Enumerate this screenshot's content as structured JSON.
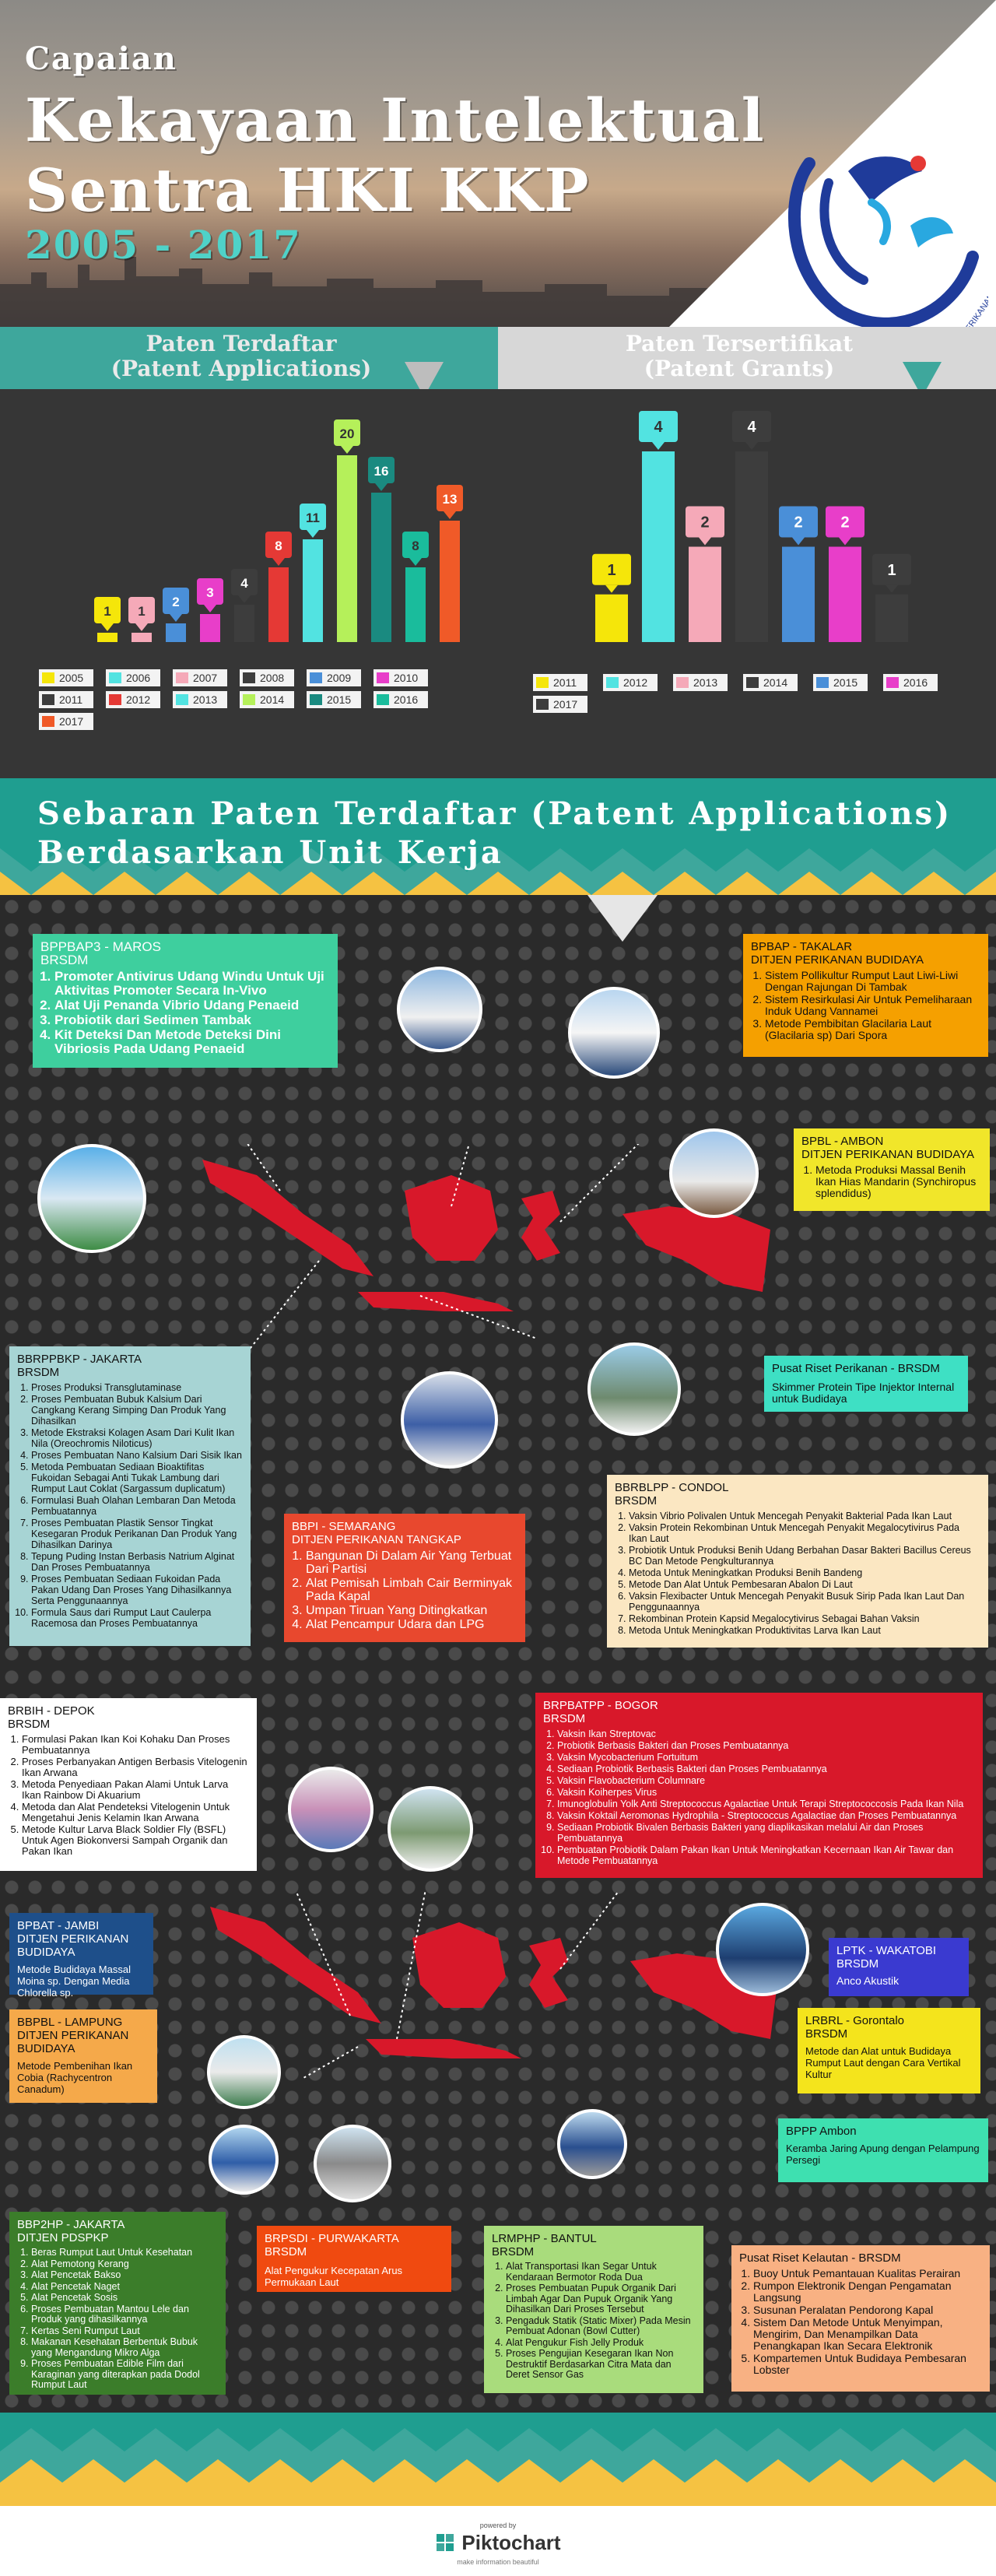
{
  "header": {
    "line1": "Capaian",
    "line2": "Kekayaan Intelektual",
    "line3": "Sentra HKI KKP",
    "years": "2005 - 2017",
    "logo_text": "KEMENTERIAN KELAUTAN DAN PERIKANAN"
  },
  "colors": {
    "teal": "#3ea79c",
    "green": "#1f9e90",
    "yellow": "#f5e60a",
    "cyan": "#52e3e1",
    "pink": "#f5a9b8",
    "dark": "#3d3d3d",
    "blue": "#4a8fd8",
    "magenta": "#e83ec9",
    "red": "#e53935",
    "lightgreen": "#b5f05a",
    "teal2": "#1abc9c",
    "darkteal": "#1a8a80",
    "orange": "#f05a28"
  },
  "chart_data": [
    {
      "type": "bar",
      "title": "Paten Terdaftar (Patent Applications)",
      "categories": [
        "2005",
        "2006",
        "2007",
        "2008",
        "2009",
        "2010",
        "2011",
        "2012",
        "2013",
        "2014",
        "2015",
        "2016",
        "2017"
      ],
      "values": [
        1,
        1,
        2,
        3,
        4,
        8,
        11,
        20,
        16,
        8,
        13
      ],
      "bar_years": [
        "2005",
        "2007",
        "2009",
        "2010",
        "2008",
        "2012",
        "2013",
        "2014",
        "2015",
        "2016",
        "2017"
      ],
      "bar_colors": [
        "#f5e60a",
        "#f5a9b8",
        "#4a8fd8",
        "#e83ec9",
        "#3d3d3d",
        "#e53935",
        "#52e3e1",
        "#b5f05a",
        "#1a8a80",
        "#1abc9c",
        "#f05a28"
      ],
      "legend": [
        {
          "label": "2005",
          "color": "#f5e60a"
        },
        {
          "label": "2006",
          "color": "#52e3e1"
        },
        {
          "label": "2007",
          "color": "#f5a9b8"
        },
        {
          "label": "2008",
          "color": "#3d3d3d"
        },
        {
          "label": "2009",
          "color": "#4a8fd8"
        },
        {
          "label": "2010",
          "color": "#e83ec9"
        },
        {
          "label": "2011",
          "color": "#3d3d3d"
        },
        {
          "label": "2012",
          "color": "#e53935"
        },
        {
          "label": "2013",
          "color": "#52e3e1"
        },
        {
          "label": "2014",
          "color": "#b5f05a"
        },
        {
          "label": "2015",
          "color": "#1a8a80"
        },
        {
          "label": "2016",
          "color": "#1abc9c"
        },
        {
          "label": "2017",
          "color": "#f05a28"
        }
      ],
      "ylim": [
        0,
        20
      ]
    },
    {
      "type": "bar",
      "title": "Paten Tersertifikat (Patent Grants)",
      "categories": [
        "2011",
        "2012",
        "2013",
        "2014",
        "2015",
        "2016",
        "2017"
      ],
      "values": [
        1,
        4,
        2,
        4,
        2,
        2,
        1
      ],
      "bar_colors": [
        "#f5e60a",
        "#52e3e1",
        "#f5a9b8",
        "#3d3d3d",
        "#4a8fd8",
        "#e83ec9",
        "#3d3d3d"
      ],
      "legend": [
        {
          "label": "2011",
          "color": "#f5e60a"
        },
        {
          "label": "2012",
          "color": "#52e3e1"
        },
        {
          "label": "2013",
          "color": "#f5a9b8"
        },
        {
          "label": "2014",
          "color": "#3d3d3d"
        },
        {
          "label": "2015",
          "color": "#4a8fd8"
        },
        {
          "label": "2016",
          "color": "#e83ec9"
        },
        {
          "label": "2017",
          "color": "#3d3d3d"
        }
      ],
      "ylim": [
        0,
        4
      ]
    }
  ],
  "charts_titles": {
    "left1": "Paten Terdaftar",
    "left2": "(Patent Applications)",
    "right1": "Paten Tersertifikat",
    "right2": "(Patent Grants)"
  },
  "section2": {
    "line1": "Sebaran Paten Terdaftar (Patent Applications)",
    "line2": "Berdasarkan Unit Kerja"
  },
  "cards": {
    "maros": {
      "title1": "BPPBAP3 - MAROS",
      "title2": "BRSDM",
      "items": [
        "Promoter Antivirus Udang Windu Untuk Uji Aktivitas Promoter Secara In-Vivo",
        "Alat Uji Penanda Vibrio Udang Penaeid",
        "Probiotik dari Sedimen Tambak",
        "Kit Deteksi Dan Metode Deteksi Dini Vibriosis Pada Udang Penaeid"
      ]
    },
    "takalar": {
      "title1": "BPBAP - TAKALAR",
      "title2": "DITJEN PERIKANAN BUDIDAYA",
      "items": [
        "Sistem Pollikultur Rumput Laut Liwi-Liwi Dengan Rajungan Di Tambak",
        "Sistem Resirkulasi Air Untuk Pemeliharaan Induk Udang Vannamei",
        "Metode Pembibitan Glacilaria Laut (Glacilaria sp) Dari Spora"
      ]
    },
    "ambon": {
      "title1": "BPBL - AMBON",
      "title2": "DITJEN PERIKANAN BUDIDAYA",
      "items": [
        "Metoda Produksi Massal Benih Ikan Hias Mandarin (Synchiropus splendidus)"
      ]
    },
    "prp": {
      "title1": "Pusat Riset Perikanan - BRSDM",
      "body": "Skimmer Protein Tipe Injektor Internal untuk Budidaya"
    },
    "jakarta": {
      "title1": "BBRPPBKP - JAKARTA",
      "title2": "BRSDM",
      "items": [
        "Proses Produksi Transglutaminase",
        "Proses Pembuatan Bubuk Kalsium Dari Cangkang Kerang Simping Dan Produk Yang Dihasilkan",
        "Metode Ekstraksi Kolagen Asam Dari Kulit Ikan Nila (Oreochromis Niloticus)",
        "Proses Pembuatan Nano Kalsium Dari Sisik Ikan",
        "Metoda Pembuatan Sediaan Bioaktifitas Fukoidan Sebagai Anti Tukak Lambung dari Rumput Laut Coklat (Sargassum duplicatum)",
        "Formulasi Buah Olahan Lembaran Dan Metoda Pembuatannya",
        "Proses Pembuatan Plastik Sensor Tingkat Kesegaran Produk Perikanan Dan Produk Yang Dihasilkan Darinya",
        "Tepung Puding Instan Berbasis Natrium Alginat Dan Proses Pembuatannya",
        "Proses Pembuatan Sediaan Fukoidan Pada Pakan Udang Dan Proses Yang Dihasilkannya Serta Penggunaannya",
        "Formula Saus dari Rumput Laut Caulerpa Racemosa dan Proses Pembuatannya"
      ]
    },
    "semarang": {
      "title1": "BBPI - SEMARANG",
      "title2": "DITJEN PERIKANAN TANGKAP",
      "items": [
        "Bangunan Di Dalam Air Yang Terbuat Dari Partisi",
        "Alat Pemisah Limbah Cair Berminyak Pada Kapal",
        "Umpan Tiruan Yang Ditingkatkan",
        "Alat Pencampur Udara dan LPG"
      ]
    },
    "condol": {
      "title1": "BBRBLPP - CONDOL",
      "title2": "BRSDM",
      "items": [
        "Vaksin Vibrio Polivalen Untuk Mencegah Penyakit Bakterial Pada Ikan Laut",
        "Vaksin Protein Rekombinan Untuk Mencegah Penyakit Megalocytivirus Pada Ikan Laut",
        "Probiotik Untuk Produksi Benih Udang Berbahan Dasar Bakteri Bacillus Cereus BC Dan Metode Pengkulturannya",
        "Metoda Untuk Meningkatkan Produksi Benih Bandeng",
        "Metode Dan Alat Untuk Pembesaran Abalon Di Laut",
        "Vaksin Flexibacter Untuk Mencegah Penyakit Busuk Sirip Pada Ikan Laut Dan Penggunaannya",
        "Rekombinan Protein Kapsid Megalocytivirus Sebagai Bahan Vaksin",
        "Metoda Untuk Meningkatkan Produktivitas Larva Ikan Laut"
      ]
    },
    "depok": {
      "title1": "BRBIH - DEPOK",
      "title2": "BRSDM",
      "items": [
        "Formulasi Pakan Ikan Koi Kohaku Dan Proses Pembuatannya",
        "Proses Perbanyakan Antigen Berbasis Vitelogenin Ikan Arwana",
        "Metoda Penyediaan Pakan Alami Untuk Larva Ikan Rainbow Di Akuarium",
        "Metoda dan Alat Pendeteksi Vitelogenin Untuk Mengetahui Jenis Kelamin Ikan Arwana",
        "Metode Kultur Larva Black Soldier Fly (BSFL) Untuk Agen Biokonversi Sampah Organik dan Pakan Ikan"
      ]
    },
    "bogor": {
      "title1": "BRPBATPP - BOGOR",
      "title2": "BRSDM",
      "items": [
        "Vaksin Ikan Streptovac",
        "Probiotik Berbasis Bakteri dan Proses Pembuatannya",
        "Vaksin Mycobacterium Fortuitum",
        "Sediaan Probiotik Berbasis Bakteri dan Proses Pembuatannya",
        "Vaksin Flavobacterium Columnare",
        "Vaksin Koiherpes Virus",
        "Imunoglobulin Yolk Anti Streptococcus Agalactiae Untuk Terapi Streptococcosis Pada Ikan Nila",
        "Vaksin Koktail Aeromonas Hydrophila - Streptococcus Agalactiae dan Proses Pembuatannya",
        "Sediaan Probiotik Bivalen Berbasis Bakteri yang diaplikasikan melalui Air dan Proses Pembuatannya",
        "Pembuatan Probiotik Dalam Pakan Ikan Untuk Meningkatkan Kecernaan Ikan Air Tawar dan Metode Pembuatannya"
      ]
    },
    "jambi": {
      "title1": "BPBAT - JAMBI",
      "title2": "DITJEN PERIKANAN BUDIDAYA",
      "body": "Metode Budidaya Massal Moina sp. Dengan Media Chlorella sp."
    },
    "wakatobi": {
      "title1": "LPTK - WAKATOBI",
      "title2": "BRSDM",
      "body": "Anco Akustik"
    },
    "lampung": {
      "title1": "BBPBL - LAMPUNG",
      "title2": "DITJEN PERIKANAN BUDIDAYA",
      "body": "Metode Pembenihan Ikan Cobia (Rachycentron Canadum)"
    },
    "gorontalo": {
      "title1": "LRBRL - Gorontalo",
      "title2": "BRSDM",
      "body": "Metode dan Alat untuk Budidaya Rumput Laut dengan Cara Vertikal Kultur"
    },
    "bppambon": {
      "title1": "BPPP Ambon",
      "body": "Kerambа Jaring Apung dengan Pelampung Persegi"
    },
    "bbp2hp": {
      "title1": "BBP2HP - JAKARTA",
      "title2": "DITJEN PDSPKP",
      "items": [
        "Beras Rumput Laut Untuk Kesehatan",
        "Alat Pemotong Kerang",
        "Alat Pencetak Bakso",
        "Alat Pencetak Naget",
        "Alat Pencetak Sosis",
        "Proses Pembuatan Mantou Lele dan Produk yang dihasilkannya",
        "Kertas Seni Rumput Laut",
        "Makanan Kesehatan Berbentuk Bubuk yang Mengandung Mikro Alga",
        "Proses Pembuatan Edible Film dari Karaginan yang diterapkan pada Dodol Rumput Laut"
      ]
    },
    "purwakarta": {
      "title1": "BRPSDI - PURWAKARTA",
      "title2": "BRSDM",
      "body": "Alat Pengukur Kecepatan Arus Permukaan Laut"
    },
    "bantul": {
      "title1": "LRMPHP - BANTUL",
      "title2": "BRSDM",
      "items": [
        "Alat Transportasi Ikan Segar Untuk Kendaraan Bermotor Roda Dua",
        "Proses Pembuatan Pupuk Organik Dari Limbah Agar Dan Pupuk Organik Yang Dihasilkan Dari Proses Tersebut",
        "Pengaduk Statik (Static Mixer) Pada Mesin Pembuat Adonan (Bowl Cutter)",
        "Alat Pengukur Fish Jelly Produk",
        "Proses Pengujian Kesegaran Ikan Non Destruktif Berdasarkan Citra Mata dan Deret Sensor Gas"
      ]
    },
    "prk": {
      "title1": "Pusat Riset Kelautan - BRSDM",
      "items": [
        "Buoy Untuk Pemantauan Kualitas Perairan",
        "Rumpon Elektronik Dengan Pengamatan Langsung",
        "Susunan Peralatan Pendorong Kapal",
        "Sistem Dan Metode Untuk Menyimpan, Mengirim, Dan Menampilkan Data Penangkapan Ikan Secara Elektronik",
        "Kompartemen Untuk Budidaya Pembesaran Lobster"
      ]
    }
  },
  "footer": {
    "powered": "powered by",
    "brand": "Piktochart",
    "tagline": "make information beautiful"
  }
}
